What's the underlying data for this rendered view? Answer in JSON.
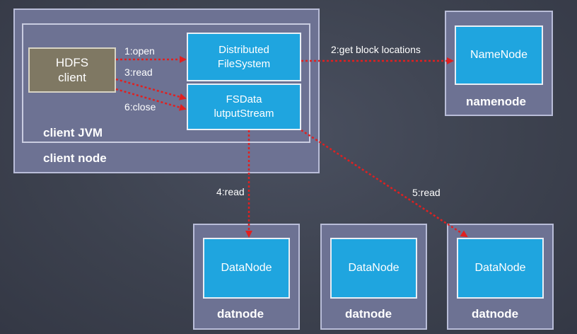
{
  "client_node": {
    "label": "client node"
  },
  "client_jvm": {
    "label": "client JVM"
  },
  "hdfs_client": {
    "line1": "HDFS",
    "line2": "client"
  },
  "distributed_fs": {
    "line1": "Distributed",
    "line2": "FileSystem"
  },
  "fsdata_stream": {
    "line1": "FSData",
    "line2": "lutputStream"
  },
  "namenode": {
    "inner": "NameNode",
    "outer": "namenode"
  },
  "datanodes": [
    {
      "inner": "DataNode",
      "outer": "datnode"
    },
    {
      "inner": "DataNode",
      "outer": "datnode"
    },
    {
      "inner": "DataNode",
      "outer": "datnode"
    }
  ],
  "arrows": {
    "open": "1:open",
    "get_block": "2:get block locations",
    "read3": "3:read",
    "read4": "4:read",
    "read5": "5:read",
    "close": "6:close"
  },
  "colors": {
    "arrow": "#e02020",
    "box_blue": "#1fa5df",
    "node_bg": "#6d7293",
    "client_box": "#7f7863"
  }
}
